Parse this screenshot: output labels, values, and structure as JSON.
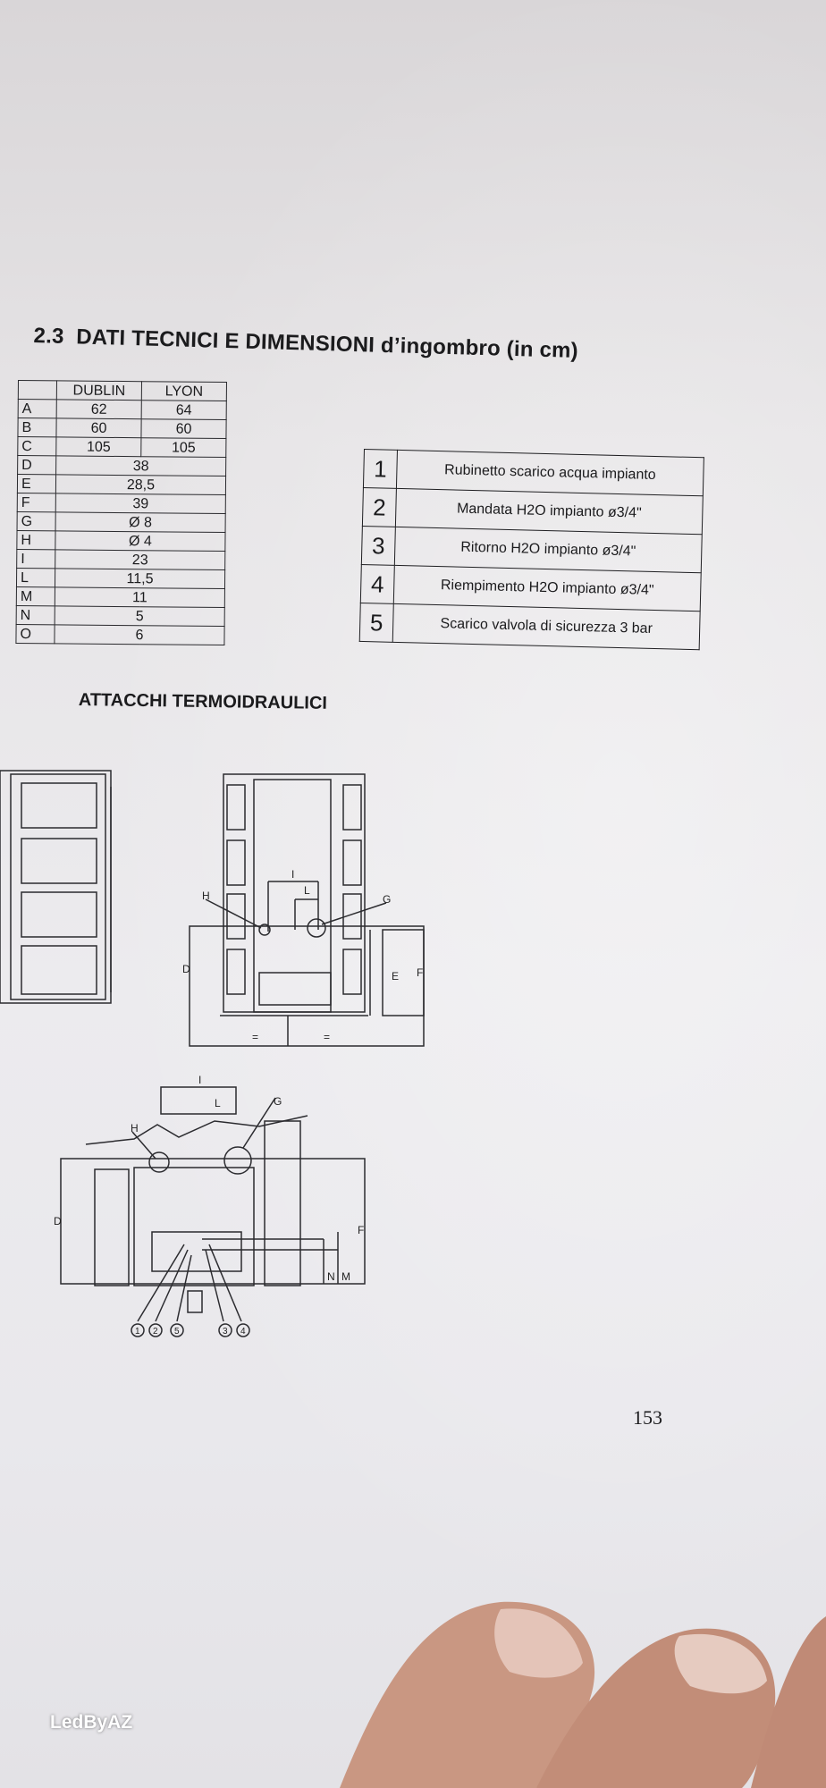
{
  "heading": {
    "number": "2.3",
    "title": "DATI TECNICI E DIMENSIONI",
    "suffix": "d’ingombro (in cm)"
  },
  "dimensions_table": {
    "headers": [
      "",
      "DUBLIN",
      "LYON"
    ],
    "rows": [
      {
        "letter": "A",
        "dublin": "62",
        "lyon": "64"
      },
      {
        "letter": "B",
        "dublin": "60",
        "lyon": "60"
      },
      {
        "letter": "C",
        "dublin": "105",
        "lyon": "105"
      },
      {
        "letter": "D",
        "value": "38"
      },
      {
        "letter": "E",
        "value": "28,5"
      },
      {
        "letter": "F",
        "value": "39"
      },
      {
        "letter": "G",
        "value": "Ø 8"
      },
      {
        "letter": "H",
        "value": "Ø 4"
      },
      {
        "letter": "I",
        "value": "23"
      },
      {
        "letter": "L",
        "value": "11,5"
      },
      {
        "letter": "M",
        "value": "11"
      },
      {
        "letter": "N",
        "value": "5"
      },
      {
        "letter": "O",
        "value": "6"
      }
    ]
  },
  "connections_table": [
    {
      "num": "1",
      "desc": "Rubinetto scarico acqua impianto"
    },
    {
      "num": "2",
      "desc": "Mandata H2O impianto ø3/4\""
    },
    {
      "num": "3",
      "desc": "Ritorno H2O impianto ø3/4\""
    },
    {
      "num": "4",
      "desc": "Riempimento H2O impianto ø3/4\""
    },
    {
      "num": "5",
      "desc": "Scarico valvola di sicurezza 3 bar"
    }
  ],
  "subheading": "ATTACCHI TERMOIDRAULICI",
  "diagram_labels": {
    "H": "H",
    "G": "G",
    "I": "I",
    "L": "L",
    "D": "D",
    "E": "E",
    "F": "F",
    "N": "N",
    "M": "M",
    "eq": "=",
    "markers": [
      "1",
      "2",
      "5",
      "3",
      "4"
    ]
  },
  "page_number": "153",
  "watermark": "LedByAZ"
}
